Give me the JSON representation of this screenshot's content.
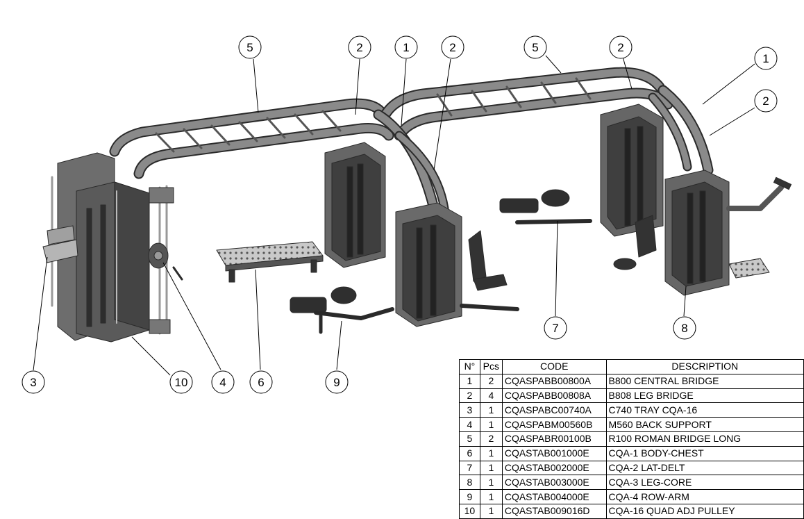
{
  "callouts": [
    "5",
    "2",
    "1",
    "2",
    "5",
    "2",
    "1",
    "2",
    "3",
    "10",
    "4",
    "6",
    "9",
    "7",
    "8"
  ],
  "table": {
    "headers": {
      "n": "N°",
      "pcs": "Pcs",
      "code": "CODE",
      "description": "DESCRIPTION"
    },
    "rows": [
      {
        "n": "1",
        "pcs": "2",
        "code": "CQASPABB00800A",
        "description": "B800 CENTRAL BRIDGE"
      },
      {
        "n": "2",
        "pcs": "4",
        "code": "CQASPABB00808A",
        "description": "B808 LEG BRIDGE"
      },
      {
        "n": "3",
        "pcs": "1",
        "code": "CQASPABC00740A",
        "description": "C740 TRAY CQA-16"
      },
      {
        "n": "4",
        "pcs": "1",
        "code": "CQASPABM00560B",
        "description": "M560 BACK SUPPORT"
      },
      {
        "n": "5",
        "pcs": "2",
        "code": "CQASPABR00100B",
        "description": "R100 ROMAN BRIDGE LONG"
      },
      {
        "n": "6",
        "pcs": "1",
        "code": "CQASTAB001000E",
        "description": "CQA-1 BODY-CHEST"
      },
      {
        "n": "7",
        "pcs": "1",
        "code": "CQASTAB002000E",
        "description": "CQA-2 LAT-DELT"
      },
      {
        "n": "8",
        "pcs": "1",
        "code": "CQASTAB003000E",
        "description": "CQA-3 LEG-CORE"
      },
      {
        "n": "9",
        "pcs": "1",
        "code": "CQASTAB004000E",
        "description": "CQA-4 ROW-ARM"
      },
      {
        "n": "10",
        "pcs": "1",
        "code": "CQASTAB009016D",
        "description": "CQA-16 QUAD ADJ PULLEY"
      }
    ]
  }
}
